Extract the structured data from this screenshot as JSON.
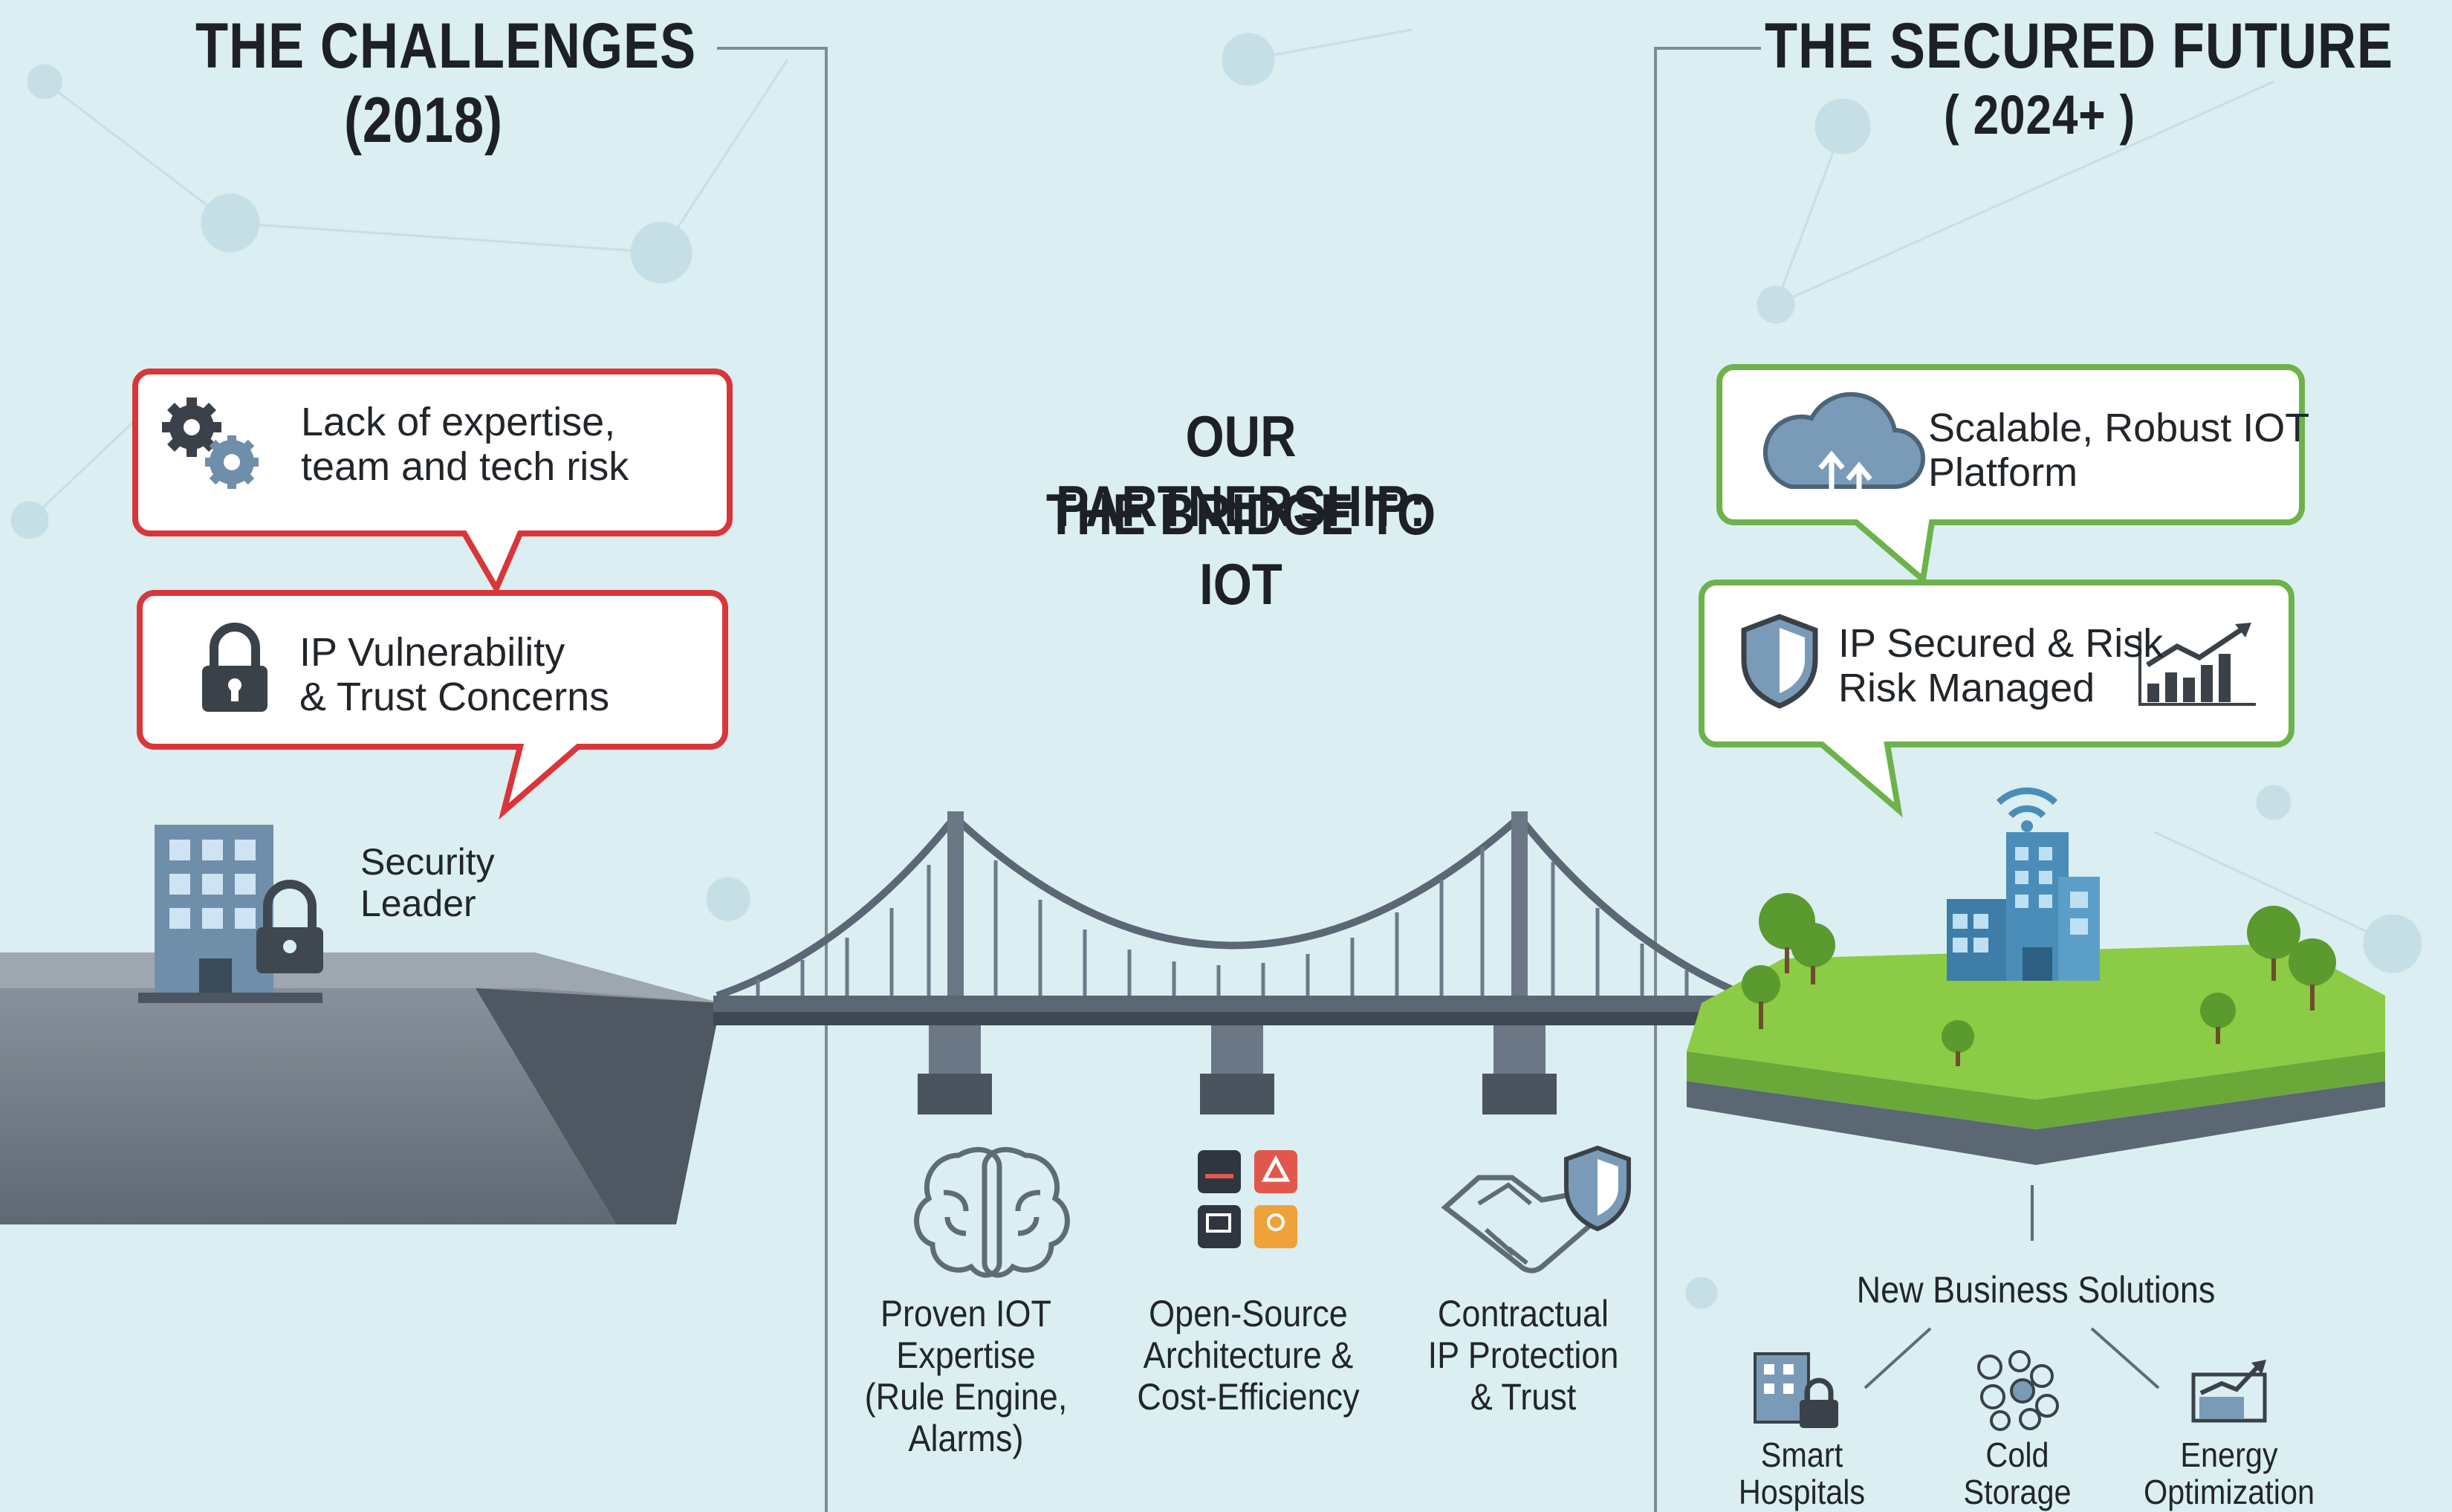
{
  "challenges": {
    "title": "THE CHALLENGES",
    "year": "(2018)",
    "bubble_1": "Lack of expertise,\nteam and tech risk",
    "bubble_2": "IP Vulnerability\n& Trust Concerns",
    "person_label": "Security\nLeader"
  },
  "partnership": {
    "title_line1": "OUR PARTNERSHIP:",
    "title_line2": "THE BRIDGE TO IOT",
    "pillars": [
      {
        "label": "Proven IOT\nExpertise\n(Rule Engine,\nAlarms)",
        "icon": "brain-icon"
      },
      {
        "label": "Open-Source\nArchitecture &\nCost-Efficiency",
        "icon": "app-logos-icon"
      },
      {
        "label": "Contractual\nIP Protection\n& Trust",
        "icon": "handshake-shield-icon"
      }
    ]
  },
  "future": {
    "title": "THE SECURED FUTURE",
    "year": "( 2024+ )",
    "bubble_1": "Scalable, Robust IOT\nPlatform",
    "bubble_2": "IP Secured & Risk\nRisk Managed",
    "solutions_title": "New Business Solutions",
    "solutions": [
      {
        "label": "Smart\nHospitals",
        "icon": "hospital-lock-icon"
      },
      {
        "label": "Cold\nStorage",
        "icon": "cold-storage-icon"
      },
      {
        "label": "Energy\nOptimization",
        "icon": "energy-chart-icon"
      }
    ]
  },
  "colors": {
    "background": "#dbeef2",
    "challenge_border": "#d9363a",
    "future_border": "#6db24a",
    "bridge": "#5b6775",
    "cliff": "#7a838f",
    "grass": "#86c440"
  }
}
